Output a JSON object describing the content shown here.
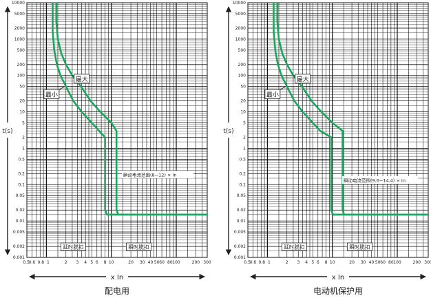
{
  "chart_data": [
    {
      "type": "line",
      "title": "配电用",
      "xlabel": "x In",
      "ylabel": "t(s)",
      "xscale": "log",
      "yscale": "log",
      "xlim": [
        0.5,
        300
      ],
      "ylim": [
        0.001,
        10000
      ],
      "x_tick_labels": [
        "0.5",
        "0.6",
        "0.8",
        "1",
        "2",
        "3",
        "4",
        "5",
        "6",
        "8",
        "10",
        "20",
        "30",
        "40",
        "50",
        "60",
        "80",
        "100",
        "200",
        "300"
      ],
      "y_tick_labels": [
        "10000",
        "5000",
        "2000",
        "1000",
        "500",
        "200",
        "100",
        "50",
        "20",
        "10",
        "5",
        "2",
        "1",
        "0.5",
        "0.2",
        "0.1",
        "0.05",
        "0.02",
        "0.01",
        "0.005",
        "0.002",
        "0.001"
      ],
      "grid": true,
      "series": [
        {
          "name": "最小",
          "color": "#1aa65c",
          "points": [
            [
              1.25,
              10000
            ],
            [
              1.25,
              1600
            ],
            [
              1.32,
              500
            ],
            [
              1.45,
              200
            ],
            [
              1.65,
              100
            ],
            [
              2.0,
              50
            ],
            [
              2.6,
              20
            ],
            [
              3.5,
              10
            ],
            [
              5.0,
              5
            ],
            [
              6.5,
              3
            ],
            [
              8.0,
              2
            ],
            [
              8.0,
              0.02
            ],
            [
              8.6,
              0.015
            ],
            [
              300,
              0.015
            ]
          ]
        },
        {
          "name": "最大",
          "color": "#1aa65c",
          "points": [
            [
              1.42,
              10000
            ],
            [
              1.42,
              3000
            ],
            [
              1.5,
              1000
            ],
            [
              1.7,
              400
            ],
            [
              2.0,
              200
            ],
            [
              2.5,
              100
            ],
            [
              3.4,
              50
            ],
            [
              4.8,
              20
            ],
            [
              6.8,
              10
            ],
            [
              10.0,
              5
            ],
            [
              12.0,
              3
            ],
            [
              12.0,
              0.02
            ],
            [
              12.8,
              0.015
            ],
            [
              300,
              0.015
            ]
          ]
        }
      ],
      "annotations": {
        "max_label": "最大",
        "min_label": "最小",
        "instant_range": "瞬动电流范围(8~12) × In",
        "delay_trip": "延时脱扣",
        "instant_trip": "瞬时脱扣"
      }
    },
    {
      "type": "line",
      "title": "电动机保护用",
      "xlabel": "x In",
      "ylabel": "t(s)",
      "xscale": "log",
      "yscale": "log",
      "xlim": [
        0.5,
        300
      ],
      "ylim": [
        0.001,
        10000
      ],
      "x_tick_labels": [
        "0.5",
        "0.6",
        "0.8",
        "1",
        "2",
        "3",
        "4",
        "5",
        "6",
        "8",
        "10",
        "20",
        "30",
        "40",
        "50",
        "60",
        "80",
        "100",
        "200",
        "300"
      ],
      "y_tick_labels": [
        "10000",
        "5000",
        "2000",
        "1000",
        "500",
        "200",
        "100",
        "50",
        "20",
        "10",
        "5",
        "2",
        "1",
        "0.5",
        "0.2",
        "0.1",
        "0.05",
        "0.02",
        "0.01",
        "0.005",
        "0.002",
        "0.001"
      ],
      "grid": true,
      "series": [
        {
          "name": "最小",
          "color": "#1aa65c",
          "points": [
            [
              1.25,
              10000
            ],
            [
              1.25,
              1600
            ],
            [
              1.32,
              500
            ],
            [
              1.45,
              200
            ],
            [
              1.65,
              100
            ],
            [
              2.0,
              50
            ],
            [
              2.6,
              20
            ],
            [
              3.5,
              10
            ],
            [
              5.0,
              5
            ],
            [
              6.5,
              3
            ],
            [
              9.6,
              2
            ],
            [
              9.6,
              0.02
            ],
            [
              10.2,
              0.015
            ],
            [
              300,
              0.015
            ]
          ]
        },
        {
          "name": "最大",
          "color": "#1aa65c",
          "points": [
            [
              1.42,
              10000
            ],
            [
              1.42,
              3000
            ],
            [
              1.5,
              1000
            ],
            [
              1.7,
              400
            ],
            [
              2.0,
              200
            ],
            [
              2.5,
              100
            ],
            [
              3.4,
              50
            ],
            [
              4.8,
              20
            ],
            [
              6.8,
              10
            ],
            [
              10.0,
              5
            ],
            [
              14.4,
              3
            ],
            [
              14.4,
              0.02
            ],
            [
              15.2,
              0.015
            ],
            [
              300,
              0.015
            ]
          ]
        }
      ],
      "annotations": {
        "max_label": "最大",
        "min_label": "最小",
        "instant_range": "瞬动电流范围(9.6~14.4) × In",
        "delay_trip": "延时脱扣",
        "instant_trip": "瞬时脱扣"
      }
    }
  ]
}
